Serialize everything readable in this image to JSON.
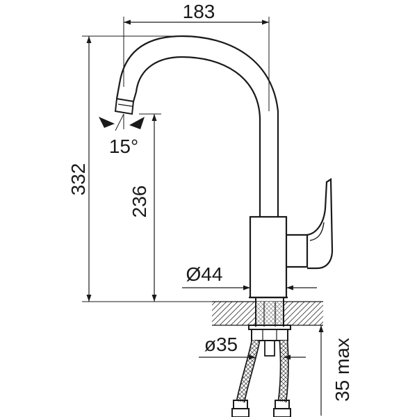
{
  "dimensions": {
    "spout_reach": "183",
    "total_height": "332",
    "spout_height": "236",
    "swivel_angle": "15°",
    "body_diameter": "Ø44",
    "hole_diameter": "ø35",
    "max_counter_thickness": "35 max"
  }
}
